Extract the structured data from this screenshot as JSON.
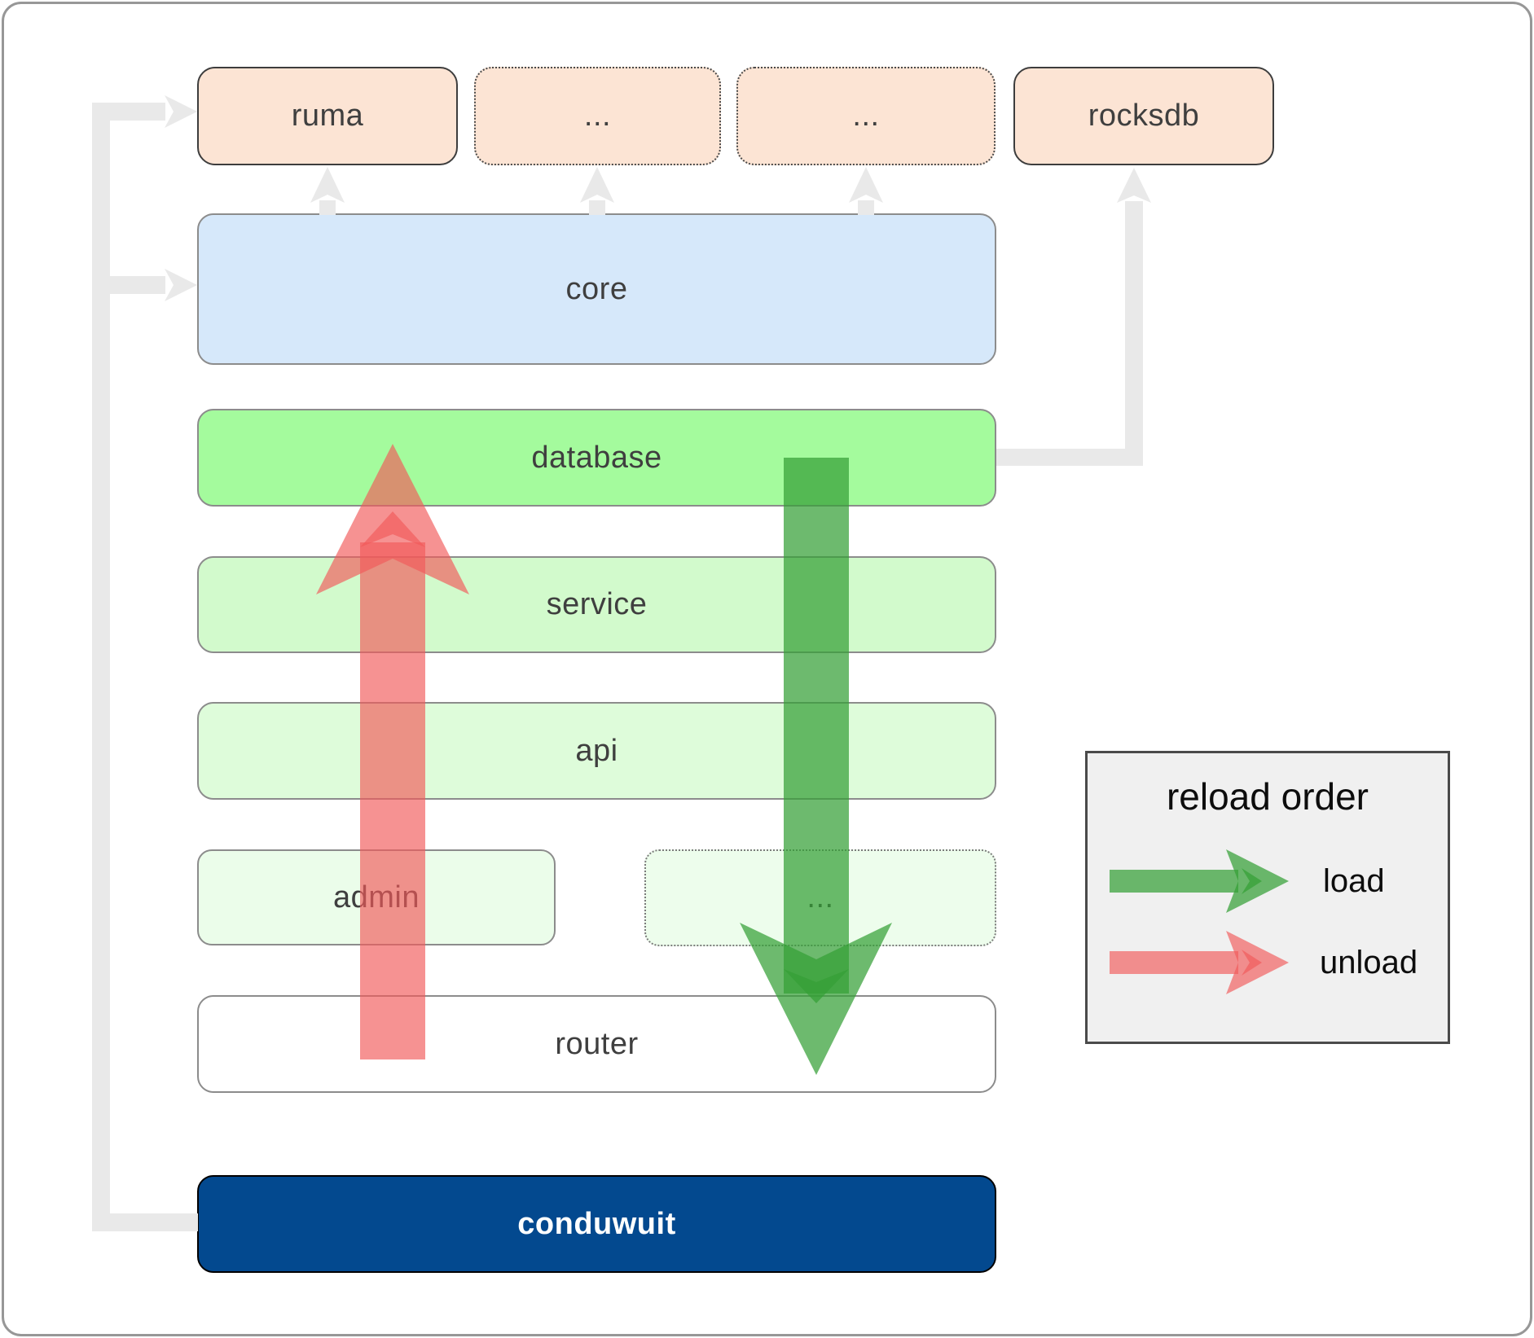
{
  "boxes": {
    "ruma": {
      "label": "ruma"
    },
    "dots_top_1": {
      "label": "..."
    },
    "dots_top_2": {
      "label": "..."
    },
    "rocksdb": {
      "label": "rocksdb"
    },
    "core": {
      "label": "core"
    },
    "database": {
      "label": "database"
    },
    "service": {
      "label": "service"
    },
    "api": {
      "label": "api"
    },
    "admin": {
      "label": "admin"
    },
    "dots_admin": {
      "label": "..."
    },
    "router": {
      "label": "router"
    },
    "conduwuit": {
      "label": "conduwuit"
    }
  },
  "legend": {
    "title": "reload order",
    "load_label": "load",
    "unload_label": "unload"
  },
  "colors": {
    "peach": "#fce4d4",
    "core_blue": "#d6e8fa",
    "database_green": "#a4fb9d",
    "service_green": "#d2facc",
    "api_green": "#defcda",
    "admin_green": "#ebfdea",
    "dots_admin_green": "#edfdec",
    "router_white": "#ffffff",
    "conduwuit_blue": "#03498f",
    "legend_bg": "#f0f0f0",
    "connector_gray": "#e9e9e9",
    "load_arrow": "rgba(52,160,54,0.72)",
    "unload_arrow": "rgba(242,90,90,0.66)"
  }
}
